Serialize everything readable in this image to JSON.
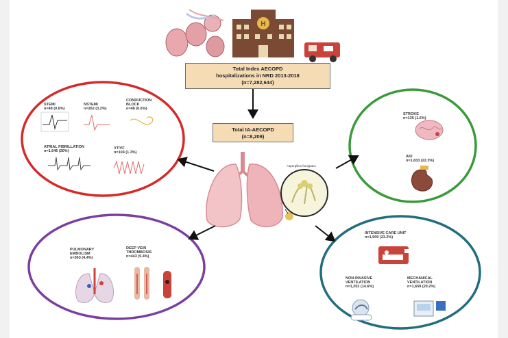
{
  "top_box": {
    "line1": "Total Index AECOPD",
    "line2": "hospitalizations in NRD 2013-2018",
    "line3": "(n=7,282,644)"
  },
  "mid_box": {
    "line1": "Total IA-AECOPD",
    "line2": "(n=8,209)"
  },
  "lung_zoom_label": "Aspergillus fumigatus",
  "cardiac": {
    "stemi": {
      "name": "STEMI",
      "value": "n=49 (0.6%)"
    },
    "nstemi": {
      "name": "NSTEMI",
      "value": "n=262 (3.2%)"
    },
    "block": {
      "name_1": "CONDUCTION",
      "name_2": "BLOCK",
      "value": "n=48 (0.6%)"
    },
    "afib": {
      "name": "ATRIAL FIBRILLATION",
      "value": "n=1,646 (20%)"
    },
    "vtvf": {
      "name": "VT/VF",
      "value": "n=104 (1.3%)"
    }
  },
  "neuro_renal": {
    "stroke": {
      "name": "STROKE",
      "value": "n=135 (1.6%)"
    },
    "aki": {
      "name": "AKI",
      "value": "n=1,833 (22.3%)"
    }
  },
  "vte": {
    "pe": {
      "name_1": "PULMONARY",
      "name_2": "EMBOLISM",
      "value": "n=363 (4.4%)"
    },
    "dvt": {
      "name_1": "DEEP VEIN",
      "name_2": "THROMBOSIS",
      "value": "n=443 (5.4%)"
    }
  },
  "icu": {
    "icu": {
      "name": "INTENSIVE CARE UNIT",
      "value": "n=1,909 (23.2%)"
    },
    "niv": {
      "name_1": "NON-INVASIVE",
      "name_2": "VENTILATION",
      "value": "n=1,202 (14.6%)"
    },
    "mv": {
      "name_1": "MECHANICAL",
      "name_2": "VENTILATION",
      "value": "n=1,659 (20.2%)"
    }
  },
  "colors": {
    "cardiac_ring": "#d42a2a",
    "neuro_ring": "#3a9a3a",
    "vte_ring": "#7a3fa0",
    "icu_ring": "#1f6e7e",
    "box_fill": "#f6dcb4",
    "hospital": "#7a4a35"
  }
}
